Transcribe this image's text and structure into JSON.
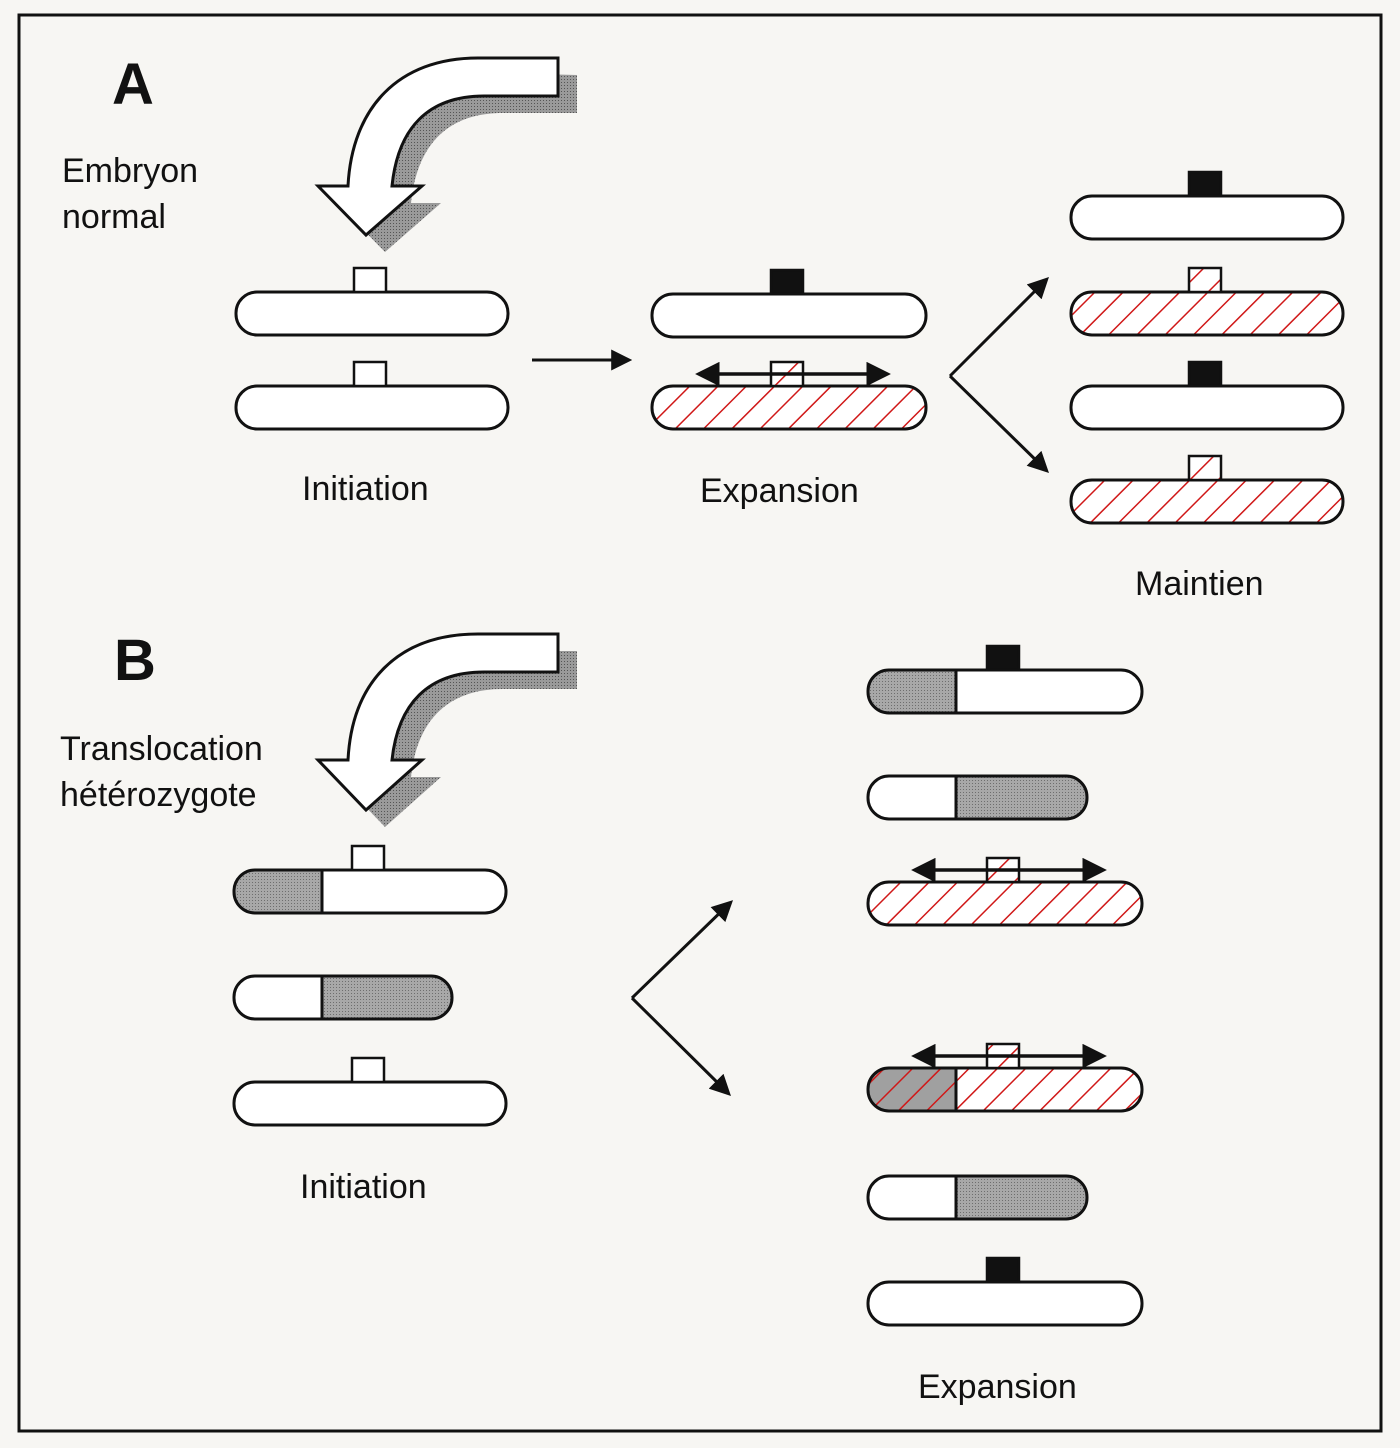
{
  "panels": {
    "A": {
      "letter": "A",
      "subtitle_line1": "Embryon",
      "subtitle_line2": "normal",
      "stage_initiation": "Initiation",
      "stage_expansion": "Expansion",
      "stage_maintien": "Maintien"
    },
    "B": {
      "letter": "B",
      "subtitle_line1": "Translocation",
      "subtitle_line2": "hétérozygote",
      "stage_initiation": "Initiation",
      "stage_expansion": "Expansion"
    }
  },
  "legend_colors": {
    "hatch": "#d01818",
    "translocated": "#9a9a9a",
    "locus_active": "#111111",
    "locus_inactive": "#ffffff"
  },
  "chromosomes": {
    "A_initiation": [
      {
        "id": "a-init-1",
        "fill": "plain",
        "locus": "open"
      },
      {
        "id": "a-init-2",
        "fill": "plain",
        "locus": "open"
      }
    ],
    "A_expansion": [
      {
        "id": "a-exp-1",
        "fill": "plain",
        "locus": "filled"
      },
      {
        "id": "a-exp-2",
        "fill": "hatch",
        "locus": "hatch",
        "spreading": true
      }
    ],
    "A_maintien": [
      {
        "id": "a-main-1",
        "fill": "plain",
        "locus": "filled"
      },
      {
        "id": "a-main-2",
        "fill": "hatch",
        "locus": "hatch"
      },
      {
        "id": "a-main-3",
        "fill": "plain",
        "locus": "filled"
      },
      {
        "id": "a-main-4",
        "fill": "hatch",
        "locus": "hatch"
      }
    ],
    "B_initiation": [
      {
        "id": "b-init-1",
        "fill": "left-grey",
        "locus": "open"
      },
      {
        "id": "b-init-2",
        "fill": "right-grey-short",
        "locus": "none"
      },
      {
        "id": "b-init-3",
        "fill": "plain",
        "locus": "open"
      }
    ],
    "B_expansion": [
      {
        "id": "b-exp-1",
        "fill": "left-grey",
        "locus": "filled"
      },
      {
        "id": "b-exp-2",
        "fill": "right-grey-short",
        "locus": "none"
      },
      {
        "id": "b-exp-3",
        "fill": "hatch",
        "locus": "hatch",
        "spreading": true
      },
      {
        "id": "b-exp-4",
        "fill": "left-grey-hatch",
        "locus": "hatch",
        "spreading": true
      },
      {
        "id": "b-exp-5",
        "fill": "right-grey-short",
        "locus": "none"
      },
      {
        "id": "b-exp-6",
        "fill": "plain",
        "locus": "filled"
      }
    ]
  }
}
